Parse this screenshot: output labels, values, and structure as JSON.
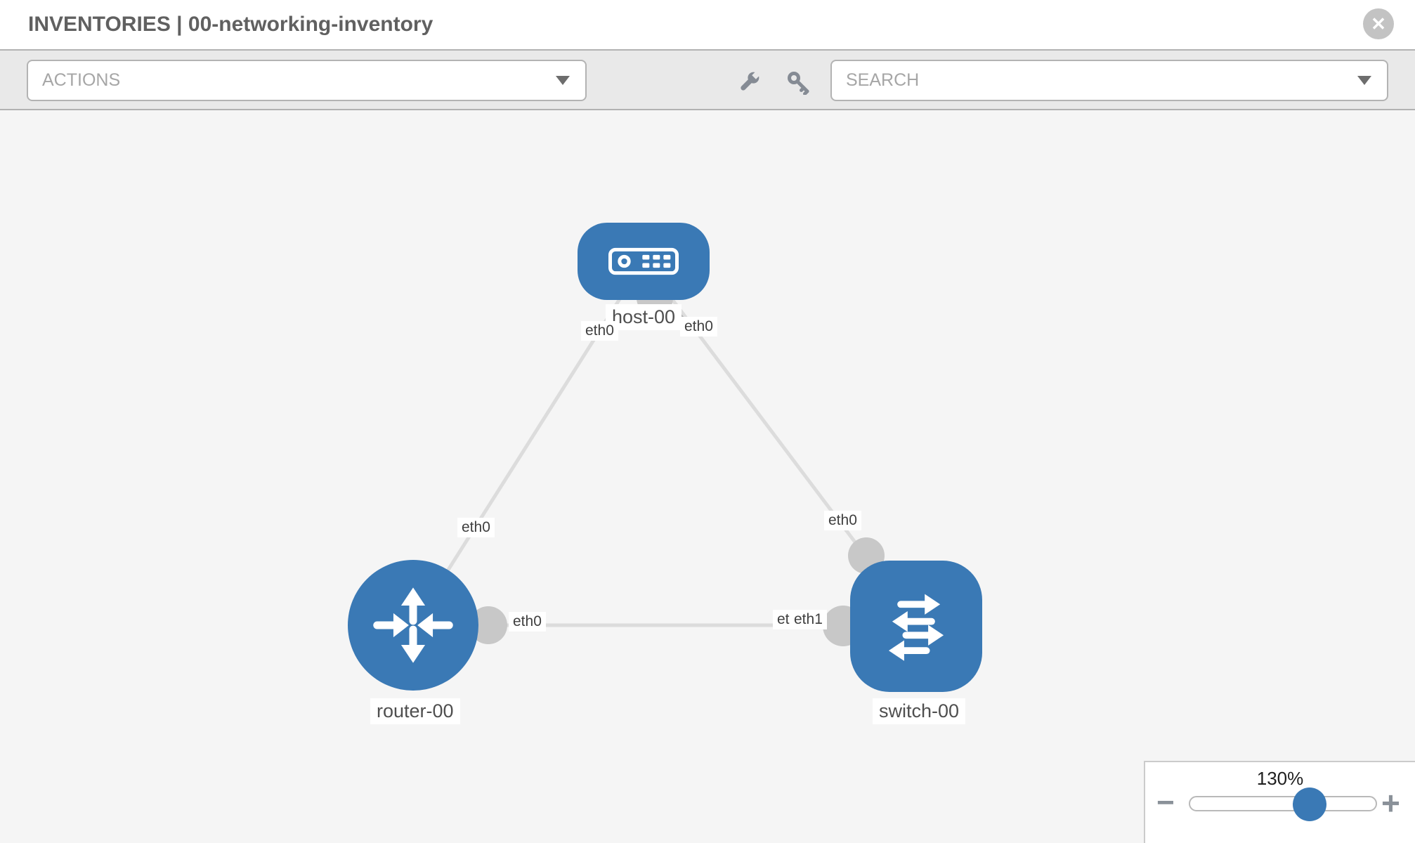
{
  "header": {
    "title": "INVENTORIES | 00-networking-inventory",
    "close_glyph": "✕"
  },
  "toolbar": {
    "actions_label": "ACTIONS",
    "search_placeholder": "SEARCH"
  },
  "canvas": {
    "nodes": [
      {
        "label": "host-00",
        "type": "host"
      },
      {
        "label": "router-00",
        "type": "router"
      },
      {
        "label": "switch-00",
        "type": "switch"
      }
    ],
    "interface_labels": {
      "host_left": "eth0",
      "host_right": "eth0",
      "link_router_host": "eth0",
      "link_switch_host": "eth0",
      "router_right": "eth0",
      "switch_left_back": "eth0",
      "switch_left_front": "eth1"
    }
  },
  "zoom_control": {
    "level": "130%",
    "minus_glyph": "−",
    "plus_glyph": "+"
  },
  "colors": {
    "node_blue": "#3a79b5",
    "link_gray": "#dcdcdc",
    "interface_gray": "#c8c8c8",
    "toolbar_bg": "#e9e9e9"
  }
}
